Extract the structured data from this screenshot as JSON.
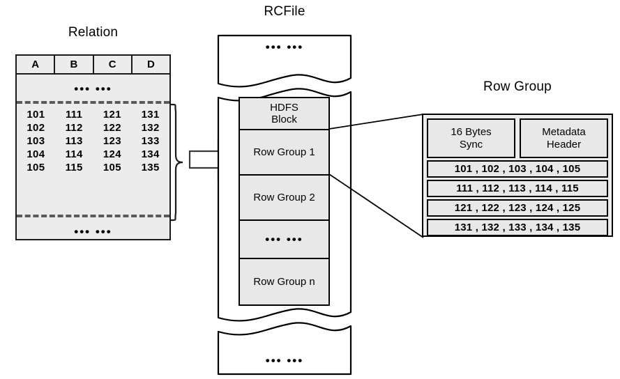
{
  "diagram": {
    "title_relation": "Relation",
    "title_rcfile": "RCFile",
    "title_rowgroup": "Row Group"
  },
  "relation": {
    "columns": [
      "A",
      "B",
      "C",
      "D"
    ],
    "ellipsis_top": "••• •••",
    "ellipsis_bottom": "••• •••",
    "rows": [
      [
        "101",
        "111",
        "121",
        "131"
      ],
      [
        "102",
        "112",
        "122",
        "132"
      ],
      [
        "103",
        "113",
        "123",
        "133"
      ],
      [
        "104",
        "114",
        "124",
        "134"
      ],
      [
        "105",
        "115",
        "105",
        "135"
      ]
    ]
  },
  "rcfile": {
    "top_ellipsis": "••• •••",
    "bottom_ellipsis": "••• •••",
    "blocks": [
      {
        "label": "HDFS\nBlock",
        "height": 46
      },
      {
        "label": "Row Group 1",
        "height": 65
      },
      {
        "label": "Row Group 2",
        "height": 65
      },
      {
        "label": "••• •••",
        "height": 55
      },
      {
        "label": "Row Group n",
        "height": 65
      }
    ]
  },
  "row_group": {
    "headers": [
      "16 Bytes\nSync",
      "Metadata\nHeader"
    ],
    "data_rows": [
      "101 , 102 , 103 , 104 , 105",
      "111 , 112 , 113 , 114 , 115",
      "121 , 122 , 123 , 124 , 125",
      "131 , 132 , 133 , 134 , 135"
    ]
  },
  "colors": {
    "stroke": "#000000",
    "fill": "#e8e8e8",
    "dashed": "#5a5a5a",
    "background": "#ffffff"
  }
}
